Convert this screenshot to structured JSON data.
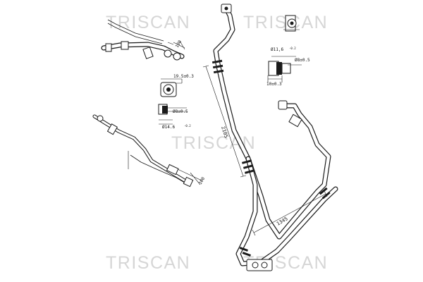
{
  "watermark": {
    "text": "TRISCAN"
  },
  "dimensions": {
    "d_11_6": "Ø11,6",
    "d_11_6_tol": "-0.2",
    "d_8_right": "Ø8±0.5",
    "w_10": "10±0.3",
    "w_19_5": "19.5±0.3",
    "d_8_left": "Ø8±0.5",
    "d_14_6": "Ø14.6",
    "d_14_6_tol": "-0.2",
    "len_main": "2105",
    "len_right": "1345",
    "len_left": "100"
  }
}
